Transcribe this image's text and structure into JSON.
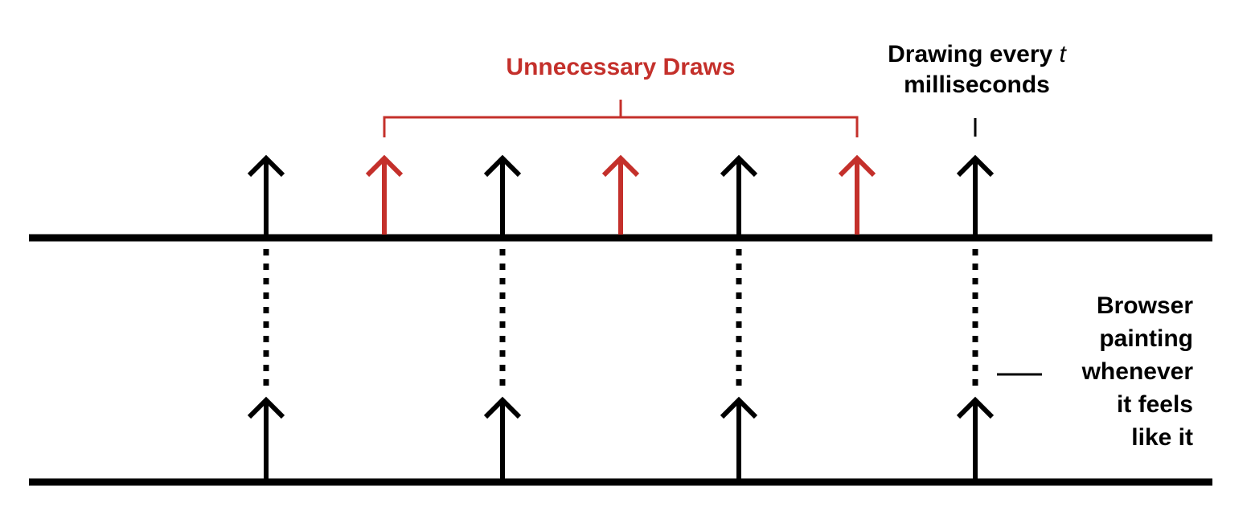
{
  "colors": {
    "ink": "#000000",
    "accent": "#c4302b"
  },
  "labels": {
    "unnecessary_draws": "Unnecessary Draws",
    "drawing_every_prefix": "Drawing every",
    "drawing_every_var": "t",
    "drawing_every_suffix": "milliseconds",
    "browser_line1": "Browser",
    "browser_line2": "painting",
    "browser_line3": "whenever",
    "browser_line4": "it feels",
    "browser_line5": "like it"
  }
}
